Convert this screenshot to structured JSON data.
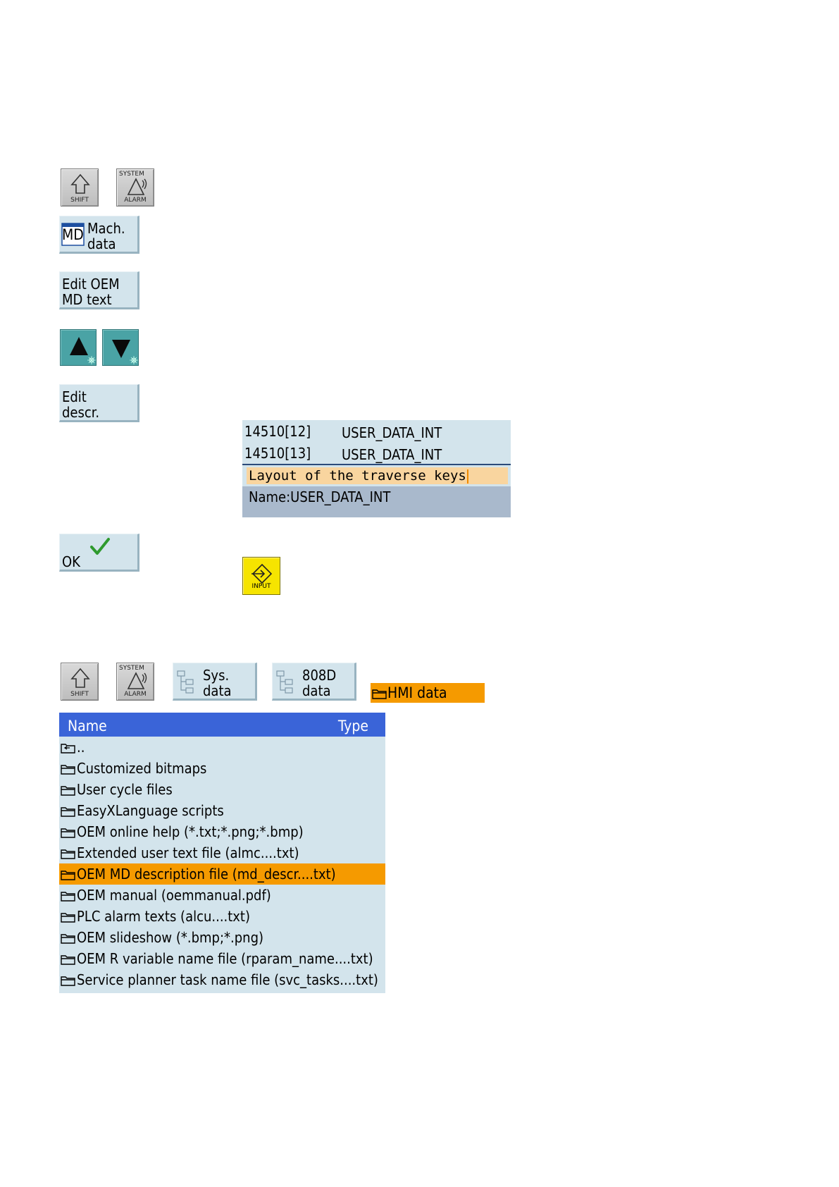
{
  "keys": {
    "shift_caption": "SHIFT",
    "system_label": "SYSTEM",
    "alarm_caption": "ALARM",
    "input_caption": "INPUT"
  },
  "softkeys": {
    "mach_data_icon": "MD",
    "mach_data": "Mach.\ndata",
    "edit_oem_md_text": "Edit OEM\nMD text",
    "edit_descr": "Edit\ndescr.",
    "ok": "OK",
    "sys_data": "Sys.\ndata",
    "d808_data": "808D\ndata"
  },
  "md_list": {
    "rows": [
      {
        "number": "14510[12]",
        "name": "USER_DATA_INT"
      },
      {
        "number": "14510[13]",
        "name": "USER_DATA_INT"
      }
    ],
    "edit_text": "Layout of the traverse keys",
    "status": "Name:USER_DATA_INT"
  },
  "hmi_tab": {
    "label": "HMI data"
  },
  "file_list": {
    "header_name": "Name",
    "header_type": "Type",
    "parent": "..",
    "items": [
      "Customized bitmaps",
      "User cycle files",
      "EasyXLanguage scripts",
      "OEM online help (*.txt;*.png;*.bmp)",
      "Extended user text file (almc....txt)",
      "OEM MD description file (md_descr....txt)",
      "OEM manual (oemmanual.pdf)",
      "PLC alarm texts (alcu....txt)",
      "OEM slideshow (*.bmp;*.png)",
      "OEM R variable name file (rparam_name....txt)",
      "Service planner task name file (svc_tasks....txt)"
    ],
    "selected_index": 5
  },
  "colors": {
    "softkey_bg": "#d3e4ec",
    "selection": "#f59a00",
    "header_blue": "#3a64d8",
    "arrow_key": "#4aa3a5",
    "input_key": "#f6e400",
    "ok_check": "#2e9a2e"
  },
  "icons": [
    "shift-arrow-icon",
    "alarm-triangle-icon",
    "up-arrow-icon",
    "down-arrow-icon",
    "checkmark-icon",
    "input-enter-icon",
    "tree-icon",
    "folder-icon",
    "folder-up-icon"
  ]
}
